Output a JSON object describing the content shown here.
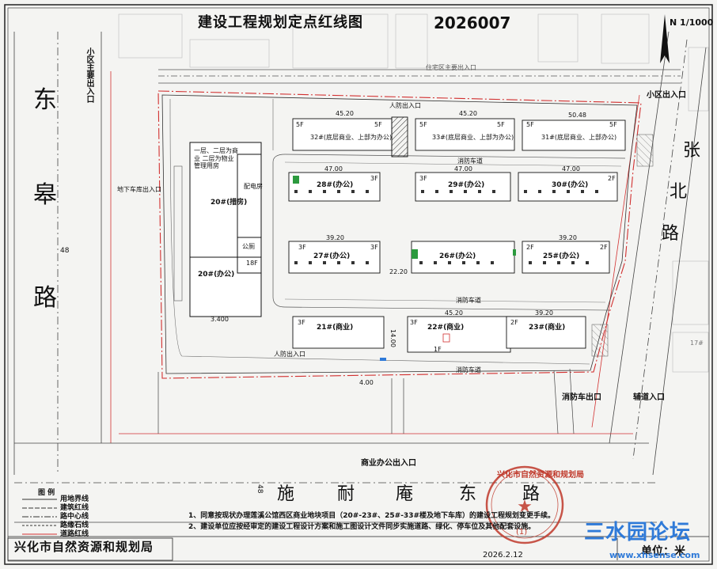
{
  "header": {
    "title": "建设工程规划定点红线图",
    "drawing_no": "2026007",
    "north_scale": "N 1/1000"
  },
  "roads": {
    "west": [
      "东",
      "皋",
      "路"
    ],
    "east": [
      "张",
      "北",
      "路"
    ],
    "south": [
      "施",
      "耐",
      "庵",
      "东",
      "路"
    ]
  },
  "labels": {
    "community_main_entrance_north": "住宅区主要出入口",
    "community_main_entrance_west": "小区主要出入口",
    "community_entrance": "小区出入口",
    "fire_exit": "消防车出口",
    "aux_entrance": "辅道入口",
    "commercial_entrance": "商业办公出入口",
    "pedestrian_1": "人防出入口",
    "pedestrian_2": "人防出入口",
    "basement_entrance": "地下车库出入口",
    "fire_road_1": "消防车道",
    "fire_road_2": "消防车道",
    "fire_road_3": "消防车道",
    "distance_48_west": "48",
    "distance_48_south": "48"
  },
  "buildings": {
    "b20_upper": "20#(措房)",
    "b20_lower": "20#(办公)",
    "b20_floors": "18F",
    "b20_note": "一层、二层为商业 二层为物业管理用房",
    "b20_club": "配电房",
    "b20_public": "公厕",
    "b32": "32#(底层商业、上部为办公)",
    "b33": "33#(底层商业、上部为办公)",
    "b31": "31#(底层商业、上部办公)",
    "b28": "28#(办公)",
    "b29": "29#(办公)",
    "b30": "30#(办公)",
    "b27": "27#(办公)",
    "b26": "26#(办公)",
    "b25": "25#(办公)",
    "b21": "21#(商业)",
    "b22": "22#(商业)",
    "b23": "23#(商业)",
    "floors_3f": "3F",
    "floors_5f": "5F",
    "floors_2f": "2F",
    "floors_1f": "1F"
  },
  "dims": {
    "d1": "45.20",
    "d2": "45.20",
    "d3": "50.48",
    "d4": "47.00",
    "d5": "47.00",
    "d6": "47.00",
    "d7": "39.20",
    "d8": "39.20",
    "d9": "22.20",
    "d10": "45.20",
    "d11": "39.20",
    "d12": "3.400",
    "d13": "14.00",
    "d14": "4.00",
    "d15": "17#"
  },
  "legend": {
    "title": "图 例",
    "items": [
      "用地界线",
      "建筑红线",
      "路中心线",
      "路缘石线",
      "道路红线"
    ]
  },
  "notes": [
    "1、同意按现状办理莲溪公馆西区商业地块项目（20#-23#、25#-33#楼及地下车库）的建设工程规划变更手续。",
    "2、建设单位应按经审定的建设工程设计方案和施工图设计文件同步实施道路、绿化、停车位及其他配套设施。"
  ],
  "footer": {
    "agency": "兴化市自然资源和规划局",
    "date": "2026.2.12",
    "unit": "单位：米",
    "stamp": "兴化市自然资源和规划局",
    "stamp_code": "(1)"
  },
  "watermark": {
    "main": "三水园论坛",
    "sub": "www.xhsense.com"
  },
  "colors": {
    "ink": "#222222",
    "red_line": "#d23030",
    "green_tree": "#2c9a3e",
    "stamp": "#c0392b",
    "watermark": "#2f7ad8"
  }
}
